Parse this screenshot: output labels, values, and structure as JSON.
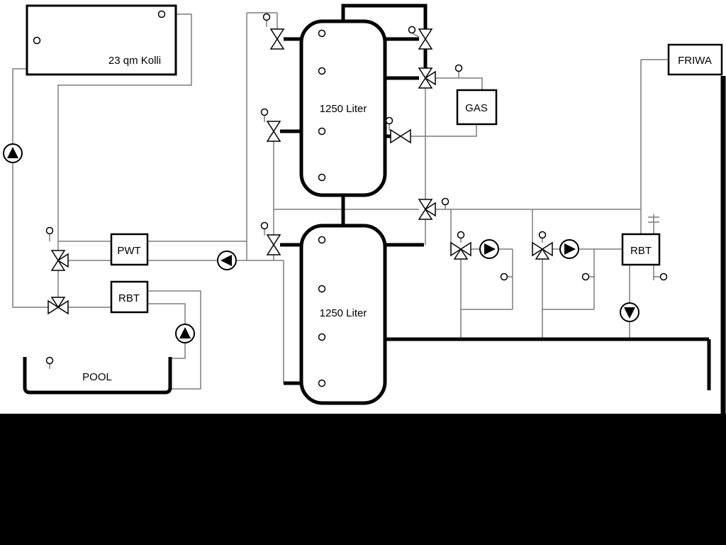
{
  "window": {
    "background": "#ffffff",
    "bottom_band_color": "#000000"
  },
  "components": {
    "collector": {
      "label": "23 qm Kolli"
    },
    "buffer_tank_1": {
      "label": "1250 Liter"
    },
    "buffer_tank_2": {
      "label": "1250 Liter"
    },
    "gas_boiler": {
      "label": "GAS"
    },
    "friwa": {
      "label": "FRIWA"
    },
    "pwt": {
      "label": "PWT"
    },
    "rbt_left": {
      "label": "RBT"
    },
    "rbt_right": {
      "label": "RBT"
    },
    "pool": {
      "label": "POOL"
    }
  },
  "colors": {
    "pipe_thick": "#000000",
    "pipe_thin": "#7d7d7d",
    "component_stroke": "#000000",
    "component_fill": "#ffffff"
  },
  "icons": [
    {
      "name": "pump-icon",
      "shape": "circle-with-filled-triangle",
      "count": 6
    },
    {
      "name": "valve-icon",
      "shape": "bowtie-triangles",
      "count": 11
    },
    {
      "name": "temperature-sensor-icon",
      "shape": "small-circle-with-stem",
      "count": 24
    }
  ]
}
